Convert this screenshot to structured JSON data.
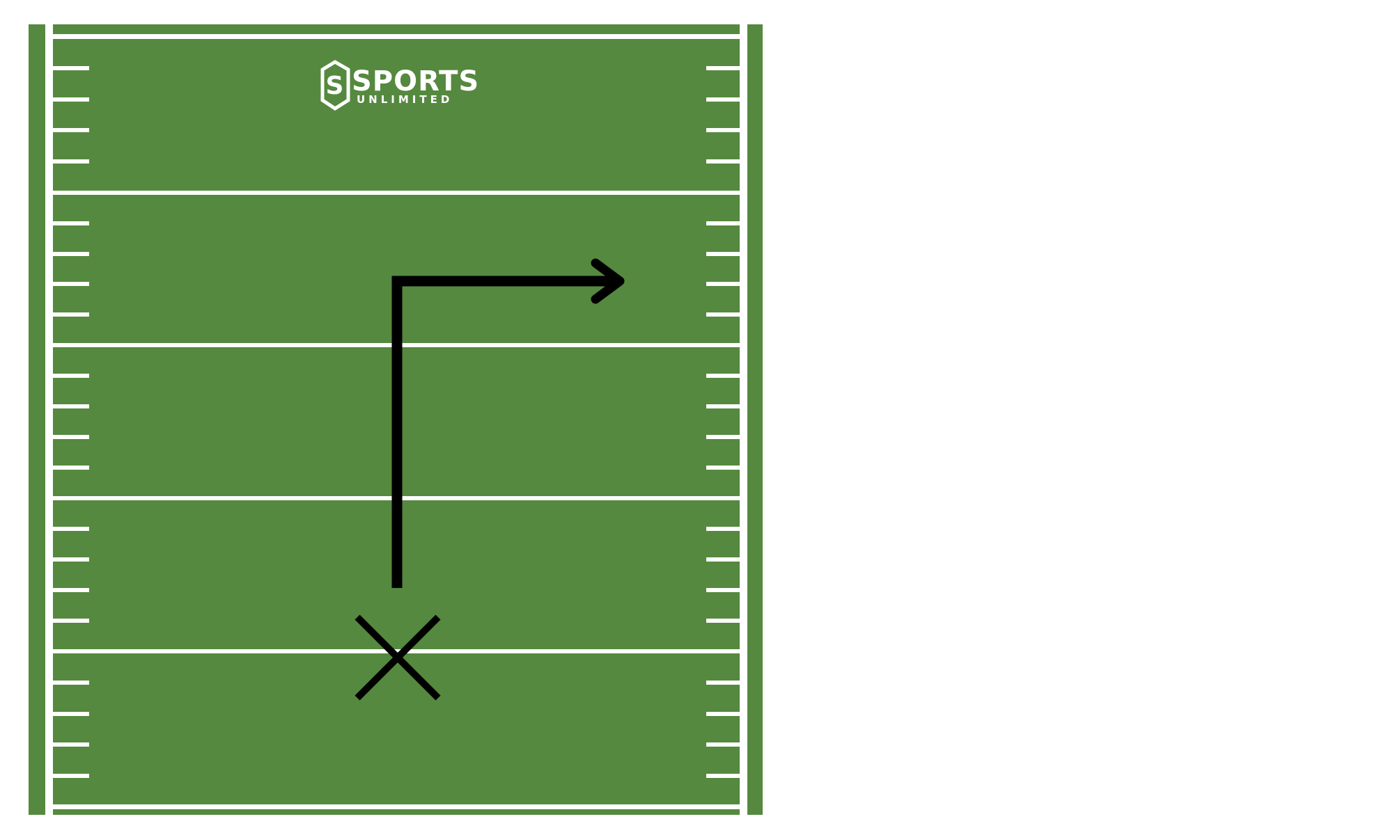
{
  "field": {
    "turf_color": "#55893f",
    "line_color": "#ffffff",
    "yard_line_count": 4,
    "hash_marks_per_section": 4
  },
  "logo": {
    "badge_letter": "S",
    "word": "SPORTS",
    "subword": "UNLIMITED"
  },
  "play": {
    "player_symbol": "X",
    "route": "out route — run straight upfield, then break right",
    "route_color": "#000000"
  }
}
